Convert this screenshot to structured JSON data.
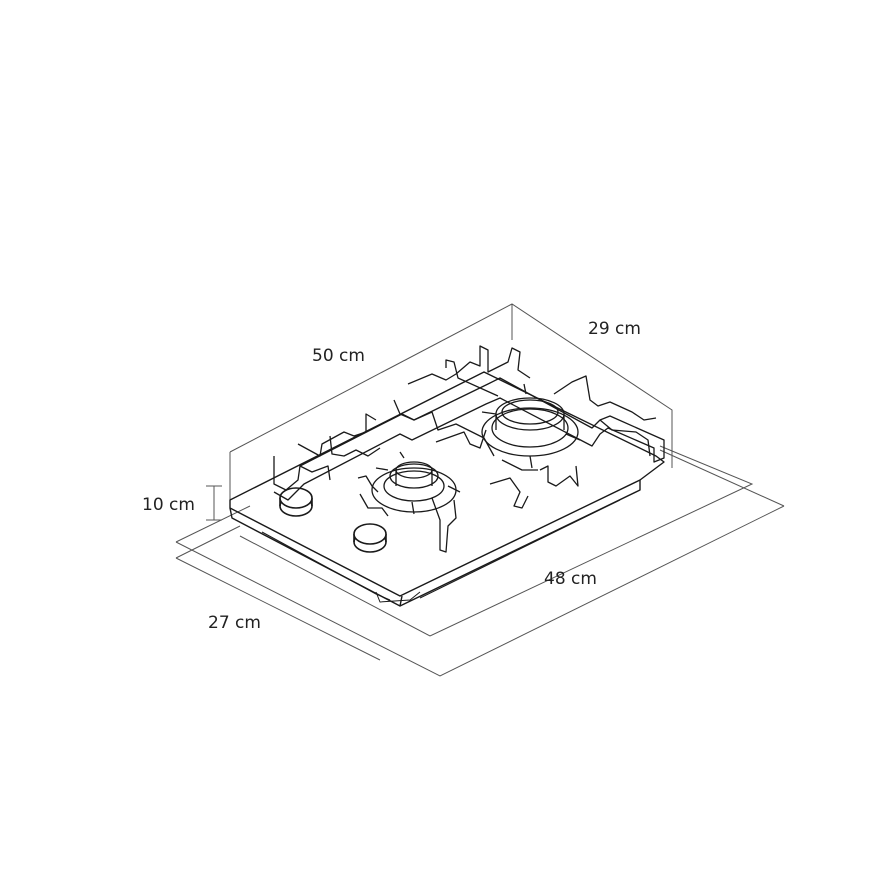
{
  "diagram": {
    "subject": "two-burner gas hob, isometric line drawing",
    "line_color": "#1a1a1a",
    "dimension_line_color": "#444444",
    "background_color": "#ffffff",
    "dimensions": {
      "bounding_width": "50 cm",
      "bounding_depth": "29 cm",
      "height": "10 cm",
      "cutout_width": "48 cm",
      "cutout_depth": "27 cm"
    }
  }
}
